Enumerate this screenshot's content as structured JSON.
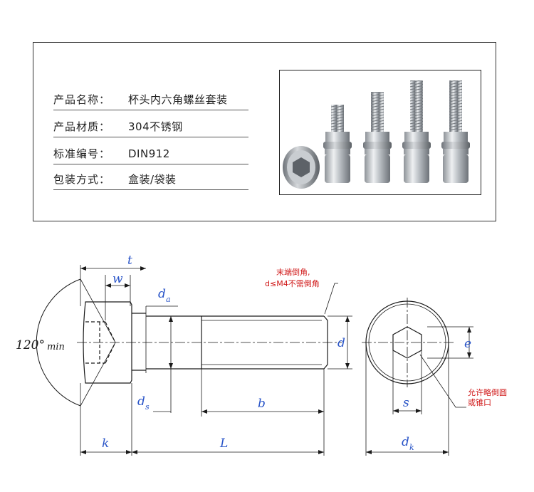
{
  "specs": [
    {
      "label": "产品名称：",
      "value": "杯头内六角螺丝套装"
    },
    {
      "label": "产品材质：",
      "value": "304不锈钢"
    },
    {
      "label": "标准编号：",
      "value": "DIN912"
    },
    {
      "label": "包装方式：",
      "value": "盒装/袋装"
    }
  ],
  "drawing": {
    "angle_main": "120°",
    "angle_sub": "min",
    "dims": {
      "t": "t",
      "w": "w",
      "da_main": "d",
      "da_sub": "a",
      "ds_main": "d",
      "ds_sub": "s",
      "d": "d",
      "b": "b",
      "k": "k",
      "L": "L",
      "e": "e",
      "s": "s",
      "dk_main": "d",
      "dk_sub": "k"
    },
    "notes": {
      "end_chamfer_line1": "末端倒角,",
      "end_chamfer_line2": "d≤M4不需倒角",
      "socket_note_line1": "允许略倒圆",
      "socket_note_line2": "或锥口"
    }
  },
  "colors": {
    "dimension_text": "#2a55c8",
    "note_text": "#d01818",
    "line": "#1a1a1a"
  }
}
